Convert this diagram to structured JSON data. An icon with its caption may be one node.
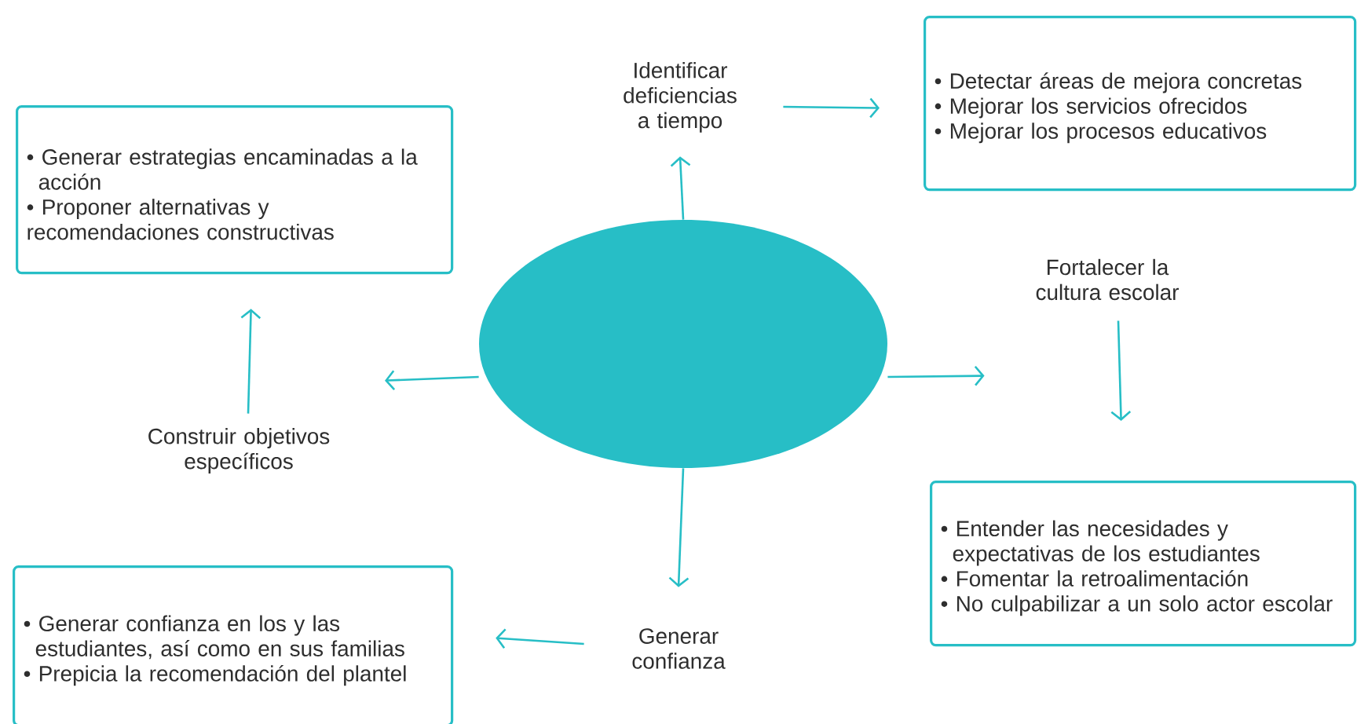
{
  "diagram": {
    "nodes": [
      {
        "text": [],
        "shape": "circle"
      },
      {
        "text": [
          "Identificar deficiencias a tiempo"
        ]
      },
      {
        "text": [
          "• Detectar áreas de mejora concretas",
          "• Mejorar los servicios ofrecidos",
          "• Mejorar los procesos educativos"
        ]
      },
      {
        "text": [
          "Fortalecer la cultura escolar"
        ]
      },
      {
        "text": [
          "• Entender las necesidades y expectativas de los estudiantes",
          "• Fomentar la retroalimentación",
          "• No culpabilizar a un solo actor escolar"
        ]
      },
      {
        "text": [
          "Generar confianza"
        ]
      },
      {
        "text": [
          "• Generar confianza en los y las estudiantes, así como en sus familias",
          "• Prepicia la recomendación del plantel"
        ]
      },
      {
        "text": [
          "Construir objetivos específicos"
        ]
      },
      {
        "text": [
          "• Generar estrategias encaminadas a la acción",
          "• Proponer alternativas y recomendaciones constructivas"
        ]
      }
    ],
    "edges": [
      {
        "from": 0,
        "to": 1,
        "arrow": "to"
      },
      {
        "from": 1,
        "to": 2,
        "arrow": "to"
      },
      {
        "from": 0,
        "to": 3,
        "arrow": "to"
      },
      {
        "from": 3,
        "to": 4,
        "arrow": "to"
      },
      {
        "from": 0,
        "to": 7,
        "arrow": "to"
      },
      {
        "from": 7,
        "to": 8,
        "arrow": "to"
      },
      {
        "from": 0,
        "to": 5,
        "arrow": "to"
      },
      {
        "from": 5,
        "to": 6,
        "arrow": "to"
      }
    ]
  }
}
